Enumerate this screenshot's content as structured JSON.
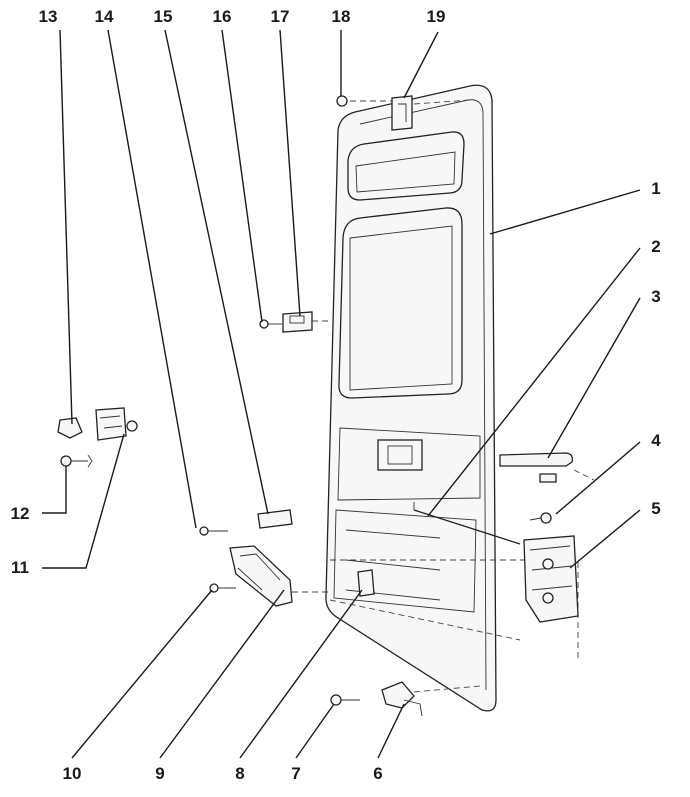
{
  "diagram": {
    "callouts": [
      "13",
      "14",
      "15",
      "16",
      "17",
      "18",
      "19",
      "1",
      "2",
      "3",
      "4",
      "5",
      "12",
      "11",
      "10",
      "9",
      "8",
      "7",
      "6"
    ]
  }
}
